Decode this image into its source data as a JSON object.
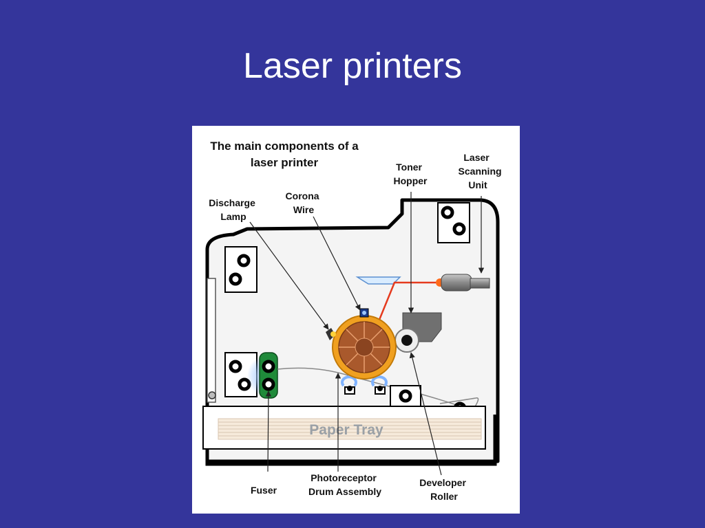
{
  "slide": {
    "title": "Laser printers"
  },
  "figure": {
    "heading_line1": "The main components of a",
    "heading_line2": "laser printer",
    "labels": {
      "discharge_lamp": [
        "Discharge",
        "Lamp"
      ],
      "corona_wire": [
        "Corona",
        "Wire"
      ],
      "toner_hopper": [
        "Toner",
        "Hopper"
      ],
      "laser_scanning_unit": [
        "Laser",
        "Scanning",
        "Unit"
      ],
      "fuser": [
        "Fuser"
      ],
      "photoreceptor_drum": [
        "Photoreceptor",
        "Drum Assembly"
      ],
      "developer_roller": [
        "Developer",
        "Roller"
      ],
      "paper_tray": "Paper Tray"
    },
    "colors": {
      "slide_background": "#34359b",
      "drum": "#f0a020",
      "fuser": "#1f8a3a",
      "laser_beam": "#e53a1e",
      "toner_hopper": "#707070"
    }
  }
}
